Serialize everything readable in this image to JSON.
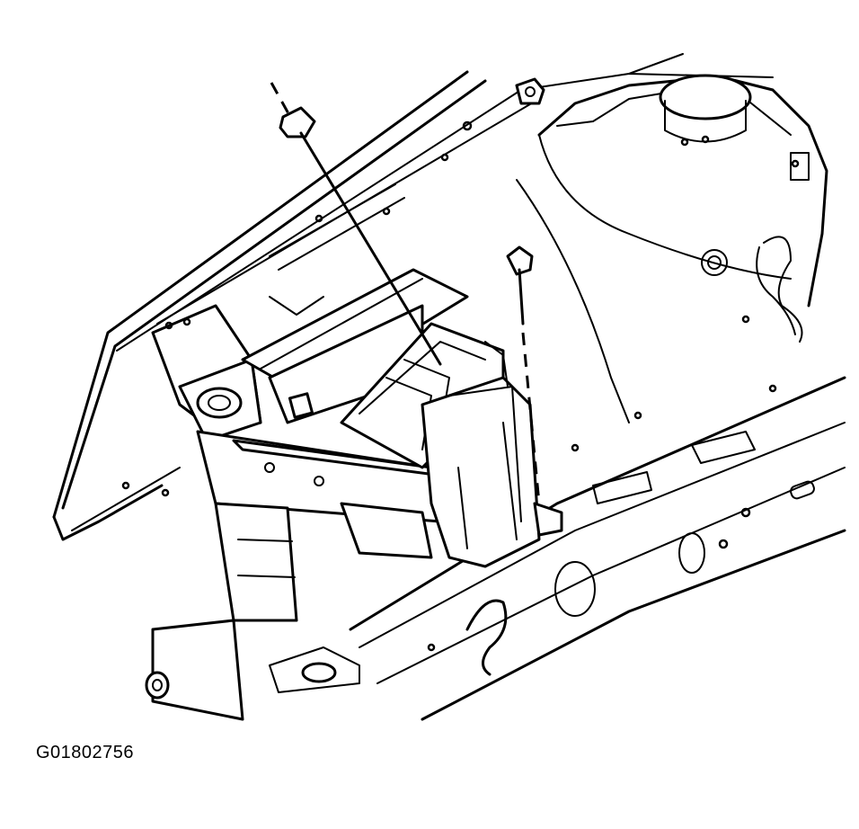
{
  "figure": {
    "id_label": "G01802756",
    "line_color": "#000000",
    "background": "#ffffff"
  },
  "parts": [
    {
      "icon": "nut-icon",
      "name": "upper-fastener"
    },
    {
      "icon": "bolt-icon",
      "name": "side-bolt"
    },
    {
      "icon": "reservoir-icon",
      "name": "washer-reservoir"
    },
    {
      "icon": "bracket-icon",
      "name": "radiator-support"
    }
  ]
}
